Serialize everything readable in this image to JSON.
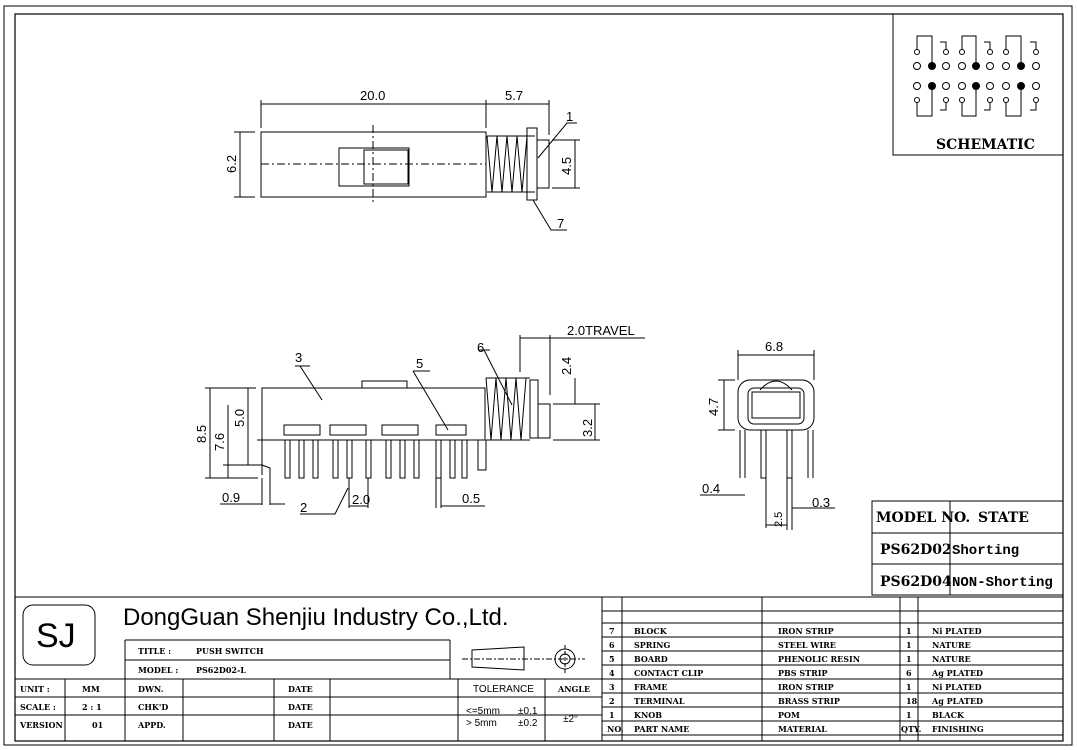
{
  "company": {
    "logo": "SJ",
    "name": "DongGuan Shenjiu Industry Co.,Ltd."
  },
  "title_block": {
    "title_label": "TITLE :",
    "title_value": "PUSH SWITCH",
    "model_label": "MODEL :",
    "model_value": "PS62D02-L",
    "unit_label": "UNIT :",
    "unit_value": "MM",
    "scale_label": "SCALE :",
    "scale_value": "2 : 1",
    "version_label": "VERSION",
    "version_value": "01",
    "dwn": "DWN.",
    "chkd": "CHK'D",
    "appd": "APPD.",
    "date": "DATE",
    "tolerance_label": "TOLERANCE",
    "tol1": "<=5mm",
    "tol1v": "±0.1",
    "tol2": "> 5mm",
    "tol2v": "±0.2",
    "angle_label": "ANGLE",
    "angle_value": "±2°"
  },
  "schematic": {
    "label": "SCHEMATIC"
  },
  "model_table": {
    "headers": [
      "MODEL NO.",
      "STATE"
    ],
    "rows": [
      [
        "PS62D02",
        "Shorting"
      ],
      [
        "PS62D04",
        "NON-Shorting"
      ]
    ]
  },
  "parts_table": {
    "headers": [
      "NO.",
      "PART NAME",
      "MATERIAL",
      "QTY.",
      "FINISHING"
    ],
    "rows": [
      [
        "7",
        "BLOCK",
        "IRON STRIP",
        "1",
        "Ni PLATED"
      ],
      [
        "6",
        "SPRING",
        "STEEL WIRE",
        "1",
        "NATURE"
      ],
      [
        "5",
        "BOARD",
        "PHENOLIC RESIN",
        "1",
        "NATURE"
      ],
      [
        "4",
        "CONTACT CLIP",
        "PBS STRIP",
        "6",
        "Ag PLATED"
      ],
      [
        "3",
        "FRAME",
        "IRON STRIP",
        "1",
        "Ni PLATED"
      ],
      [
        "2",
        "TERMINAL",
        "BRASS STRIP",
        "18",
        "Ag PLATED"
      ],
      [
        "1",
        "KNOB",
        "POM",
        "1",
        "BLACK"
      ]
    ]
  },
  "dimensions": {
    "top": {
      "length": "20.0",
      "knob_ext": "5.7",
      "height": "6.2",
      "knob_h": "4.5",
      "callout1": "1",
      "callout7": "7"
    },
    "side": {
      "travel": "2.0TRAVEL",
      "h85": "8.5",
      "h76": "7.6",
      "h50": "5.0",
      "d24": "2.4",
      "d32": "3.2",
      "d09": "0.9",
      "pitch": "2.0",
      "d05": "0.5",
      "c2": "2",
      "c3": "3",
      "c5": "5",
      "c6": "6"
    },
    "end": {
      "w68": "6.8",
      "h47": "4.7",
      "d04": "0.4",
      "d03": "0.3",
      "d25": "2.5"
    }
  }
}
